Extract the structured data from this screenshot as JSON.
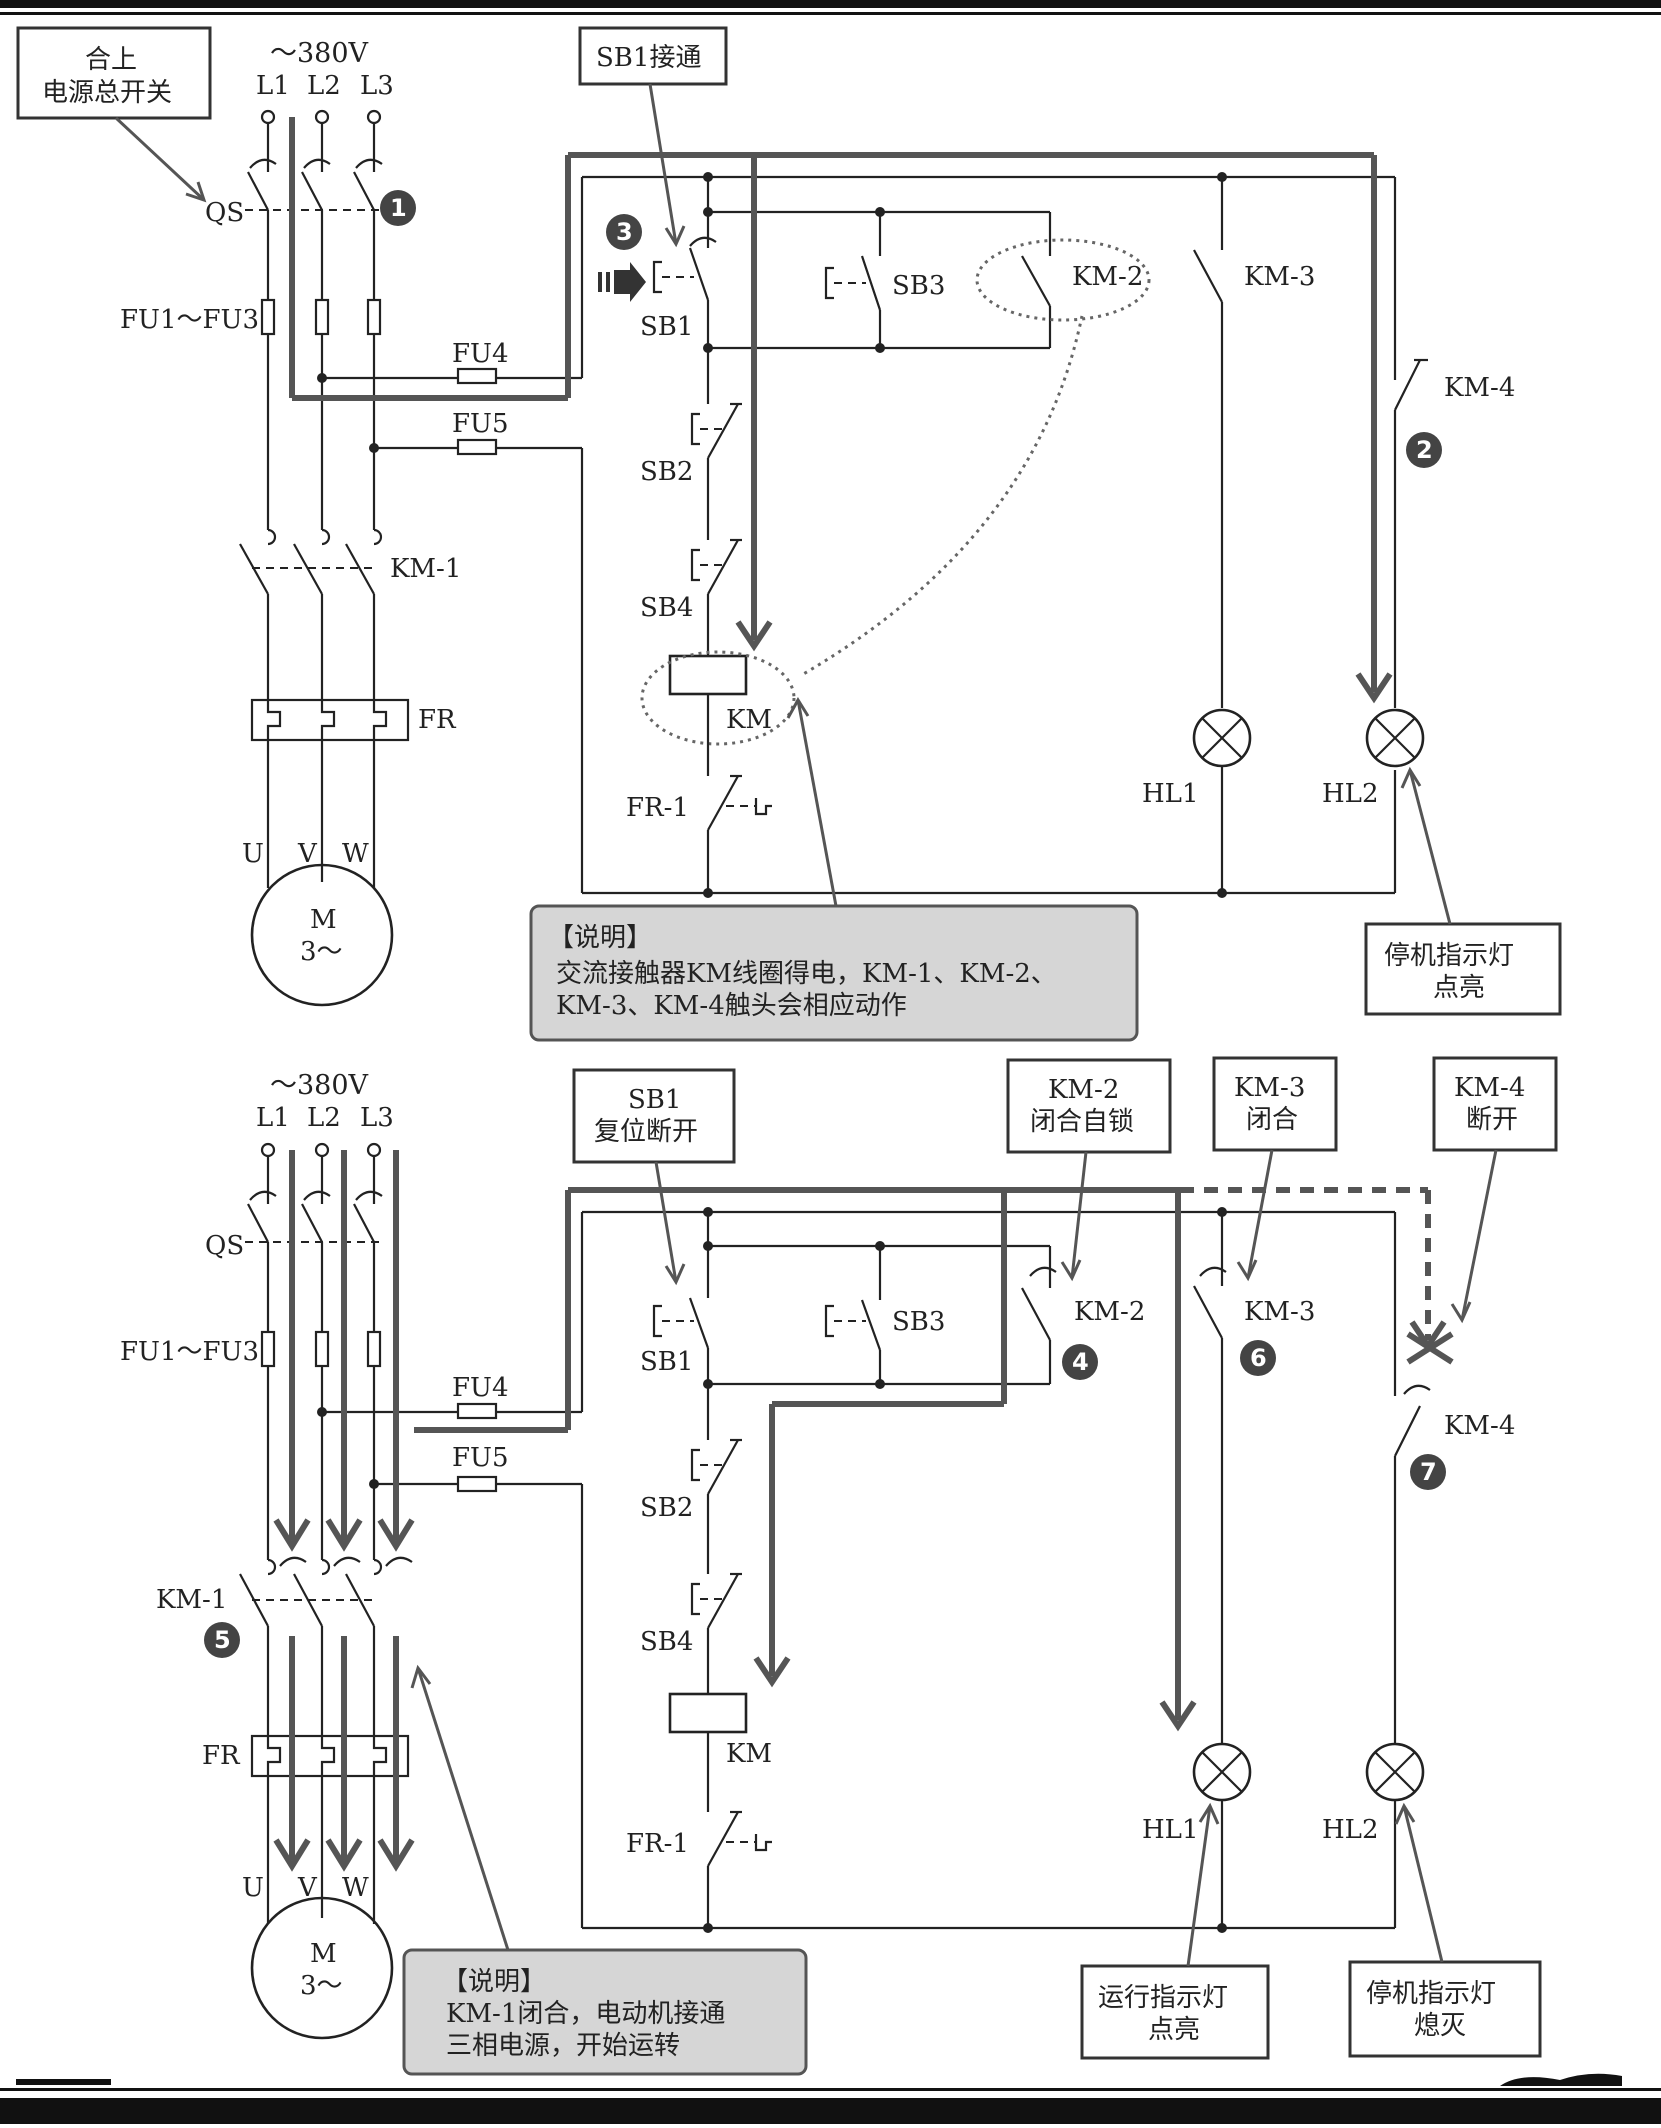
{
  "top": {
    "voltage": "～380V",
    "phases": [
      "L1",
      "L2",
      "L3"
    ],
    "qs": "QS",
    "fu13": "FU1～FU3",
    "fu4": "FU4",
    "fu5": "FU5",
    "km1": "KM-1",
    "fr": "FR",
    "uvw": [
      "U",
      "V",
      "W"
    ],
    "motor_m": "M",
    "motor_3": "3～",
    "sb1": "SB1",
    "sb2": "SB2",
    "sb3": "SB3",
    "sb4": "SB4",
    "km2": "KM-2",
    "km3": "KM-3",
    "km4": "KM-4",
    "km": "KM",
    "fr1": "FR-1",
    "hl1": "HL1",
    "hl2": "HL2",
    "box_qs_line1": "合上",
    "box_qs_line2": "电源总开关",
    "box_sb1": "SB1接通",
    "box_hl2_line1": "停机指示灯",
    "box_hl2_line2": "点亮",
    "note_title": "【说明】",
    "note_line1": "交流接触器KM线圈得电，KM-1、KM-2、",
    "note_line2": "KM-3、KM-4触头会相应动作",
    "steps": [
      "1",
      "2",
      "3"
    ]
  },
  "bottom": {
    "voltage": "～380V",
    "phases": [
      "L1",
      "L2",
      "L3"
    ],
    "qs": "QS",
    "fu13": "FU1～FU3",
    "fu4": "FU4",
    "fu5": "FU5",
    "km1": "KM-1",
    "fr": "FR",
    "uvw": [
      "U",
      "V",
      "W"
    ],
    "motor_m": "M",
    "motor_3": "3～",
    "sb1": "SB1",
    "sb2": "SB2",
    "sb3": "SB3",
    "sb4": "SB4",
    "km2": "KM-2",
    "km3": "KM-3",
    "km4": "KM-4",
    "km": "KM",
    "fr1": "FR-1",
    "hl1": "HL1",
    "hl2": "HL2",
    "box_sb1_line1": "SB1",
    "box_sb1_line2": "复位断开",
    "box_km2_line1": "KM-2",
    "box_km2_line2": "闭合自锁",
    "box_km3_line1": "KM-3",
    "box_km3_line2": "闭合",
    "box_km4_line1": "KM-4",
    "box_km4_line2": "断开",
    "box_hl1_line1": "运行指示灯",
    "box_hl1_line2": "点亮",
    "box_hl2_line1": "停机指示灯",
    "box_hl2_line2": "熄灭",
    "note_title": "【说明】",
    "note_line1": "KM-1闭合，电动机接通",
    "note_line2": "三相电源，开始运转",
    "steps": [
      "4",
      "5",
      "6",
      "7"
    ]
  }
}
